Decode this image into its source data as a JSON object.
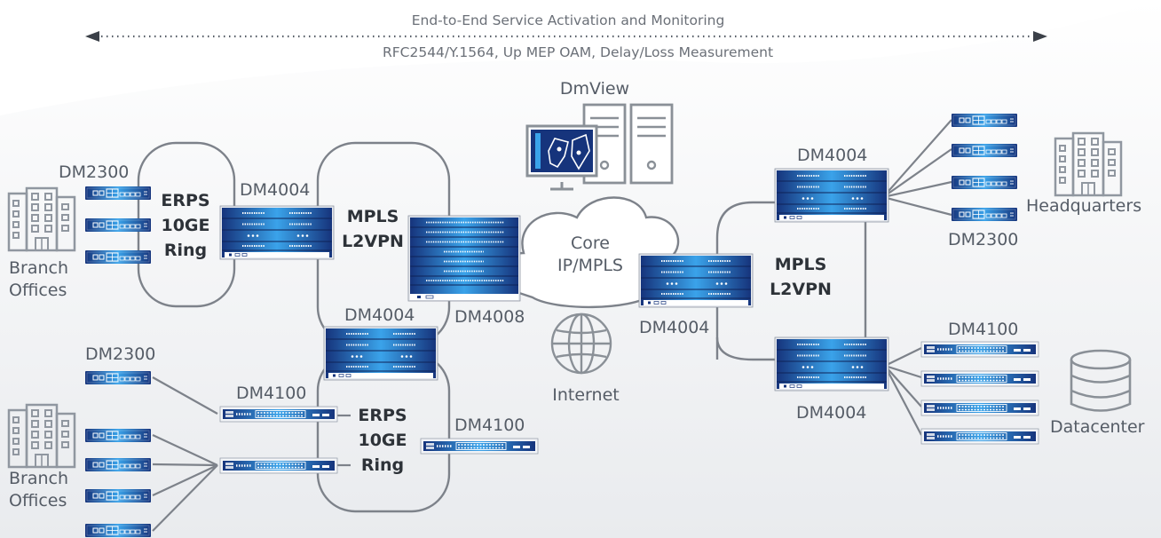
{
  "banner": {
    "top_text": "End-to-End Service Activation and Monitoring",
    "bottom_text": "RFC2544/Y.1564, Up MEP OAM, Delay/Loss Measurement"
  },
  "labels": {
    "dm2300_top": "DM2300",
    "dm4004_left": "DM4004",
    "dmview": "DmView",
    "dm4004_hq": "DM4004",
    "dm2300_hq": "DM2300",
    "dm4004_mid": "DM4004",
    "dm4008": "DM4008",
    "dm4004_center": "DM4004",
    "dm4100_right": "DM4100",
    "dm4004_dc": "DM4004",
    "dm2300_bottom": "DM2300",
    "dm4100_left": "DM4100",
    "dm4100_center": "DM4100"
  },
  "sites": {
    "branch_top": [
      "Branch",
      "Offices"
    ],
    "branch_bottom": [
      "Branch",
      "Offices"
    ],
    "headquarters": "Headquarters",
    "datacenter": "Datacenter",
    "internet": "Internet"
  },
  "rings": {
    "erps_top": [
      "ERPS",
      "10GE",
      "Ring"
    ],
    "mpls_left": [
      "MPLS",
      "L2VPN"
    ],
    "mpls_right": [
      "MPLS",
      "L2VPN"
    ],
    "erps_bottom": [
      "ERPS",
      "10GE",
      "Ring"
    ]
  },
  "cloud": [
    "Core",
    "IP/MPLS"
  ],
  "colors": {
    "device_dark": "#17357e",
    "device_light": "#3fa5ea",
    "ring_line": "#7d828a",
    "text": "#555c66",
    "icon": "#8a9097"
  }
}
